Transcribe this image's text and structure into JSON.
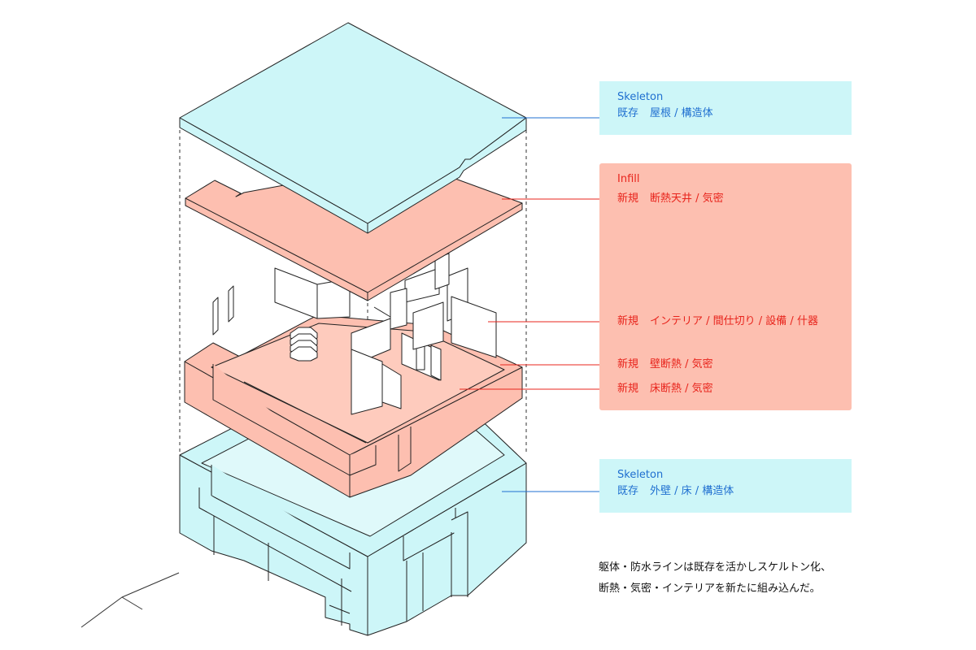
{
  "colors": {
    "skeleton_fill": "#cdf6f8",
    "skeleton_text": "#1f6fd0",
    "infill_fill": "#fdbfb0",
    "infill_text": "#e8241c",
    "line": "#222222"
  },
  "labels": {
    "roof_box": {
      "title": "Skeleton",
      "row": {
        "tag": "既存",
        "text": "屋根 / 構造体"
      }
    },
    "infill_box": {
      "title": "Infill",
      "rows": [
        {
          "tag": "新規",
          "text": "断熱天井 / 気密"
        },
        {
          "tag": "新規",
          "text": "インテリア / 間仕切り / 設備 / 什器"
        },
        {
          "tag": "新規",
          "text": "壁断熱 / 気密"
        },
        {
          "tag": "新規",
          "text": "床断熱 / 気密"
        }
      ]
    },
    "base_box": {
      "title": "Skeleton",
      "row": {
        "tag": "既存",
        "text": "外壁 / 床 / 構造体"
      }
    }
  },
  "note": {
    "line1": "躯体・防水ラインは既存を活かしスケルトン化、",
    "line2": "断熱・気密・インテリアを新たに組み込んだ。"
  },
  "diagram": {
    "layers": [
      {
        "name": "roof",
        "kind": "skeleton"
      },
      {
        "name": "ceiling",
        "kind": "infill"
      },
      {
        "name": "interior",
        "kind": "infill"
      },
      {
        "name": "wall-floor-insulation",
        "kind": "infill"
      },
      {
        "name": "base-building",
        "kind": "skeleton"
      }
    ]
  }
}
